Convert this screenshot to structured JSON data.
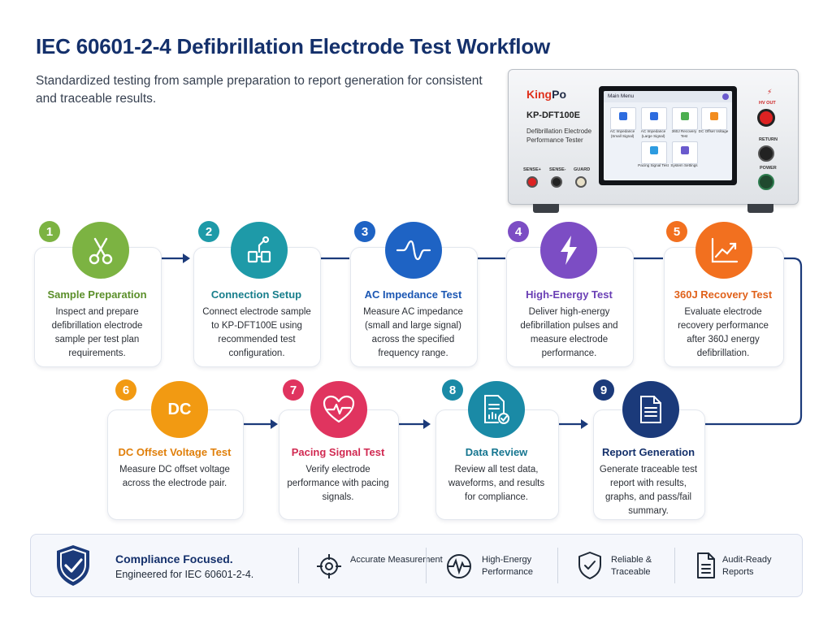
{
  "header": {
    "title": "IEC 60601-2-4 Defibrillation Electrode Test Workflow",
    "subtitle": "Standardized testing from sample preparation to report generation for consistent and traceable results."
  },
  "device": {
    "brand_red": "King",
    "brand_dark": "Po",
    "model": "KP-DFT100E",
    "description": "Defibrillation Electrode Performance Tester",
    "screen_title": "Main Menu",
    "menu": [
      "AC Impedance (Small Signal)",
      "AC Impedance (Large Signal)",
      "360J Recovery Test",
      "DC Offset Voltage",
      "Pacing Signal Test",
      "System Settings"
    ],
    "jacks": {
      "sense_pos": "SENSE+",
      "sense_neg": "SENSE-",
      "guard": "GUARD",
      "hv_out": "HV OUT",
      "return": "RETURN",
      "power": "POWER"
    }
  },
  "steps": [
    {
      "num": "1",
      "title": "Sample Preparation",
      "desc": "Inspect and prepare defibrillation electrode sample per test plan requirements.",
      "color": "#7cb342",
      "icon": "scissors-icon"
    },
    {
      "num": "2",
      "title": "Connection Setup",
      "desc": "Connect electrode sample to KP-DFT100E using recommended test configuration.",
      "color": "#1e9aa8",
      "icon": "connection-icon"
    },
    {
      "num": "3",
      "title": "AC Impedance Test",
      "desc": "Measure AC impedance (small and large signal) across the specified frequency range.",
      "color": "#1e63c4",
      "icon": "waveform-icon"
    },
    {
      "num": "4",
      "title": "High-Energy Test",
      "desc": "Deliver high-energy defibrillation pulses and measure electrode performance.",
      "color": "#7c4dc4",
      "icon": "lightning-icon"
    },
    {
      "num": "5",
      "title": "360J Recovery Test",
      "desc": "Evaluate electrode recovery performance after 360J energy defibrillation.",
      "color": "#f2701f",
      "icon": "trend-chart-icon"
    },
    {
      "num": "6",
      "title": "DC Offset Voltage Test",
      "desc": "Measure DC offset voltage across the electrode pair.",
      "color": "#f29a12",
      "icon": "dc-icon",
      "icon_text": "DC"
    },
    {
      "num": "7",
      "title": "Pacing Signal Test",
      "desc": "Verify electrode performance with pacing signals.",
      "color": "#e0345f",
      "icon": "heart-pulse-icon"
    },
    {
      "num": "8",
      "title": "Data Review",
      "desc": "Review all test data, waveforms, and results for compliance.",
      "color": "#1a8aa6",
      "icon": "data-document-icon"
    },
    {
      "num": "9",
      "title": "Report Generation",
      "desc": "Generate traceable test report with results, graphs, and pass/fail summary.",
      "color": "#1b3a7a",
      "icon": "report-icon"
    }
  ],
  "footer": {
    "title": "Compliance Focused.",
    "subtitle": "Engineered for IEC 60601-2-4.",
    "features": [
      {
        "label": "Accurate Measurement",
        "icon": "crosshair-icon"
      },
      {
        "label": "High-Energy Performance",
        "icon": "pulse-icon"
      },
      {
        "label": "Reliable & Traceable",
        "icon": "shield-check-icon"
      },
      {
        "label": "Audit-Ready Reports",
        "icon": "document-icon"
      }
    ]
  }
}
